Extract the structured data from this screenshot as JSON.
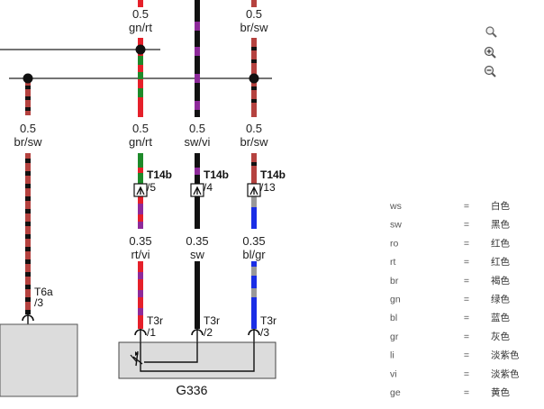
{
  "wires_top": [
    {
      "gauge": "0.5",
      "color": "gn/rt"
    },
    {
      "gauge": "0.5",
      "color": "br/sw"
    }
  ],
  "wires_mid": [
    {
      "gauge": "0.5",
      "color": "br/sw"
    },
    {
      "gauge": "0.5",
      "color": "gn/rt"
    },
    {
      "gauge": "0.5",
      "color": "sw/vi"
    },
    {
      "gauge": "0.5",
      "color": "br/sw"
    }
  ],
  "connectors_t14b": [
    {
      "name": "T14b",
      "pin": "/5"
    },
    {
      "name": "T14b",
      "pin": "/4"
    },
    {
      "name": "T14b",
      "pin": "/13"
    }
  ],
  "wires_low": [
    {
      "gauge": "0.35",
      "color": "rt/vi"
    },
    {
      "gauge": "0.35",
      "color": "sw"
    },
    {
      "gauge": "0.35",
      "color": "bl/gr"
    }
  ],
  "connector_t6a": {
    "name": "T6a",
    "pin": "/3"
  },
  "connectors_t3r": [
    {
      "name": "T3r",
      "pin": "/1"
    },
    {
      "name": "T3r",
      "pin": "/2"
    },
    {
      "name": "T3r",
      "pin": "/3"
    }
  ],
  "component": {
    "label_main": "G",
    "label_num": "336"
  },
  "zoom": {
    "icons": [
      "magnifier-icon",
      "zoom-in-icon",
      "zoom-out-icon"
    ]
  },
  "legend": [
    {
      "code": "ws",
      "eq": "=",
      "name": "白色"
    },
    {
      "code": "sw",
      "eq": "=",
      "name": "黑色"
    },
    {
      "code": "ro",
      "eq": "=",
      "name": "红色"
    },
    {
      "code": "rt",
      "eq": "=",
      "name": "红色"
    },
    {
      "code": "br",
      "eq": "=",
      "name": "褐色"
    },
    {
      "code": "gn",
      "eq": "=",
      "name": "绿色"
    },
    {
      "code": "bl",
      "eq": "=",
      "name": "蓝色"
    },
    {
      "code": "gr",
      "eq": "=",
      "name": "灰色"
    },
    {
      "code": "li",
      "eq": "=",
      "name": "淡紫色"
    },
    {
      "code": "vi",
      "eq": "=",
      "name": "淡紫色"
    },
    {
      "code": "ge",
      "eq": "=",
      "name": "黄色"
    }
  ],
  "colors": {
    "brown": "#b5423f",
    "black": "#111111",
    "green": "#1e8a2a",
    "red": "#e5202a",
    "violet": "#8e2a9a",
    "blue": "#1a2ee6",
    "grey": "#999999",
    "box": "#dcdcdc"
  }
}
